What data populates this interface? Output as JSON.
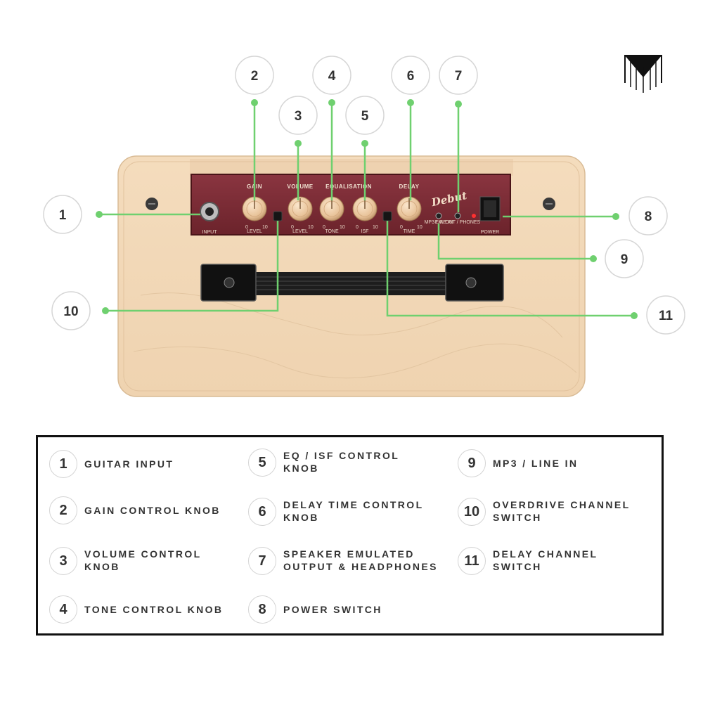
{
  "colors": {
    "leader": "#6fd06f",
    "cabinet": "#f1d8b8",
    "panel": "#7a2a32",
    "knob": "#ecc8a0",
    "legend_border": "#111111",
    "text": "#333333"
  },
  "panel": {
    "section_gain": "GAIN",
    "section_volume": "VOLUME",
    "section_eq": "EQUALISATION",
    "section_delay": "DELAY",
    "input_label": "INPUT",
    "level_label_1": "LEVEL",
    "level_label_2": "LEVEL",
    "tone_label": "TONE",
    "isf_label": "ISF",
    "time_label": "TIME",
    "mp3_label": "MP3 LINE IN",
    "em_out_label": "EM. OUT / PHONES",
    "power_label": "POWER",
    "brand": "Debut",
    "scale_min": "0",
    "scale_max": "10"
  },
  "callouts": [
    "1",
    "2",
    "3",
    "4",
    "5",
    "6",
    "7",
    "8",
    "9",
    "10",
    "11"
  ],
  "legend": [
    {
      "num": "1",
      "label": "GUITAR INPUT"
    },
    {
      "num": "2",
      "label": "GAIN CONTROL KNOB"
    },
    {
      "num": "3",
      "label": "VOLUME CONTROL KNOB"
    },
    {
      "num": "4",
      "label": "TONE CONTROL KNOB"
    },
    {
      "num": "5",
      "label": "EQ / ISF CONTROL KNOB"
    },
    {
      "num": "6",
      "label": "DELAY TIME CONTROL KNOB"
    },
    {
      "num": "7",
      "label": "SPEAKER EMULATED OUTPUT & HEADPHONES"
    },
    {
      "num": "8",
      "label": "POWER SWITCH"
    },
    {
      "num": "9",
      "label": "MP3 / LINE IN"
    },
    {
      "num": "10",
      "label": "OVERDRIVE CHANNEL SWITCH"
    },
    {
      "num": "11",
      "label": "DELAY CHANNEL SWITCH"
    }
  ]
}
